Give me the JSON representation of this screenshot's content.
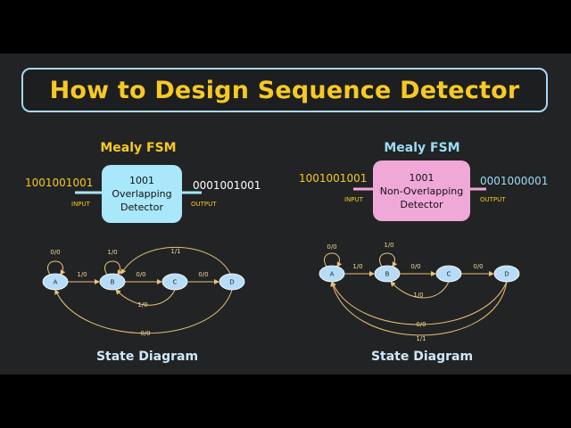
{
  "title": "How to Design Sequence Detector",
  "colors": {
    "title": "#f6c924",
    "title_border": "#a9d7f6",
    "overlap_block": "#a9e7fb",
    "nonoverlap_block": "#f0a8d8",
    "heading_left": "#f6c924",
    "heading_right": "#9bdcf6",
    "arrow": "#e8c27a",
    "node": "#b7dcf8"
  },
  "left": {
    "heading": "Mealy FSM",
    "input_seq": "1001001001",
    "input_label": "INPUT",
    "block_line1": "1001",
    "block_line2": "Overlapping",
    "block_line3": "Detector",
    "output_seq": "0001001001",
    "output_label": "OUTPUT",
    "state_diagram_label": "State Diagram",
    "states": [
      "A",
      "B",
      "C",
      "D"
    ],
    "edges": [
      {
        "from": "A",
        "to": "A",
        "label": "0/0"
      },
      {
        "from": "A",
        "to": "B",
        "label": "1/0"
      },
      {
        "from": "B",
        "to": "B",
        "label": "1/0"
      },
      {
        "from": "B",
        "to": "C",
        "label": "0/0"
      },
      {
        "from": "C",
        "to": "B",
        "label": "1/0"
      },
      {
        "from": "C",
        "to": "D",
        "label": "0/0"
      },
      {
        "from": "D",
        "to": "B",
        "label": "1/1"
      },
      {
        "from": "D",
        "to": "A",
        "label": "0/0"
      }
    ]
  },
  "right": {
    "heading": "Mealy FSM",
    "input_seq": "1001001001",
    "input_label": "INPUT",
    "block_line1": "1001",
    "block_line2": "Non-Overlapping",
    "block_line3": "Detector",
    "output_seq": "0001000001",
    "output_label": "OUTPUT",
    "state_diagram_label": "State Diagram",
    "states": [
      "A",
      "B",
      "C",
      "D"
    ],
    "edges": [
      {
        "from": "A",
        "to": "A",
        "label": "0/0"
      },
      {
        "from": "A",
        "to": "B",
        "label": "1/0"
      },
      {
        "from": "B",
        "to": "B",
        "label": "1/0"
      },
      {
        "from": "B",
        "to": "C",
        "label": "0/0"
      },
      {
        "from": "C",
        "to": "B",
        "label": "1/0"
      },
      {
        "from": "C",
        "to": "D",
        "label": "0/0"
      },
      {
        "from": "D",
        "to": "A",
        "label": "0/0"
      },
      {
        "from": "D",
        "to": "A",
        "label": "1/1"
      }
    ]
  }
}
